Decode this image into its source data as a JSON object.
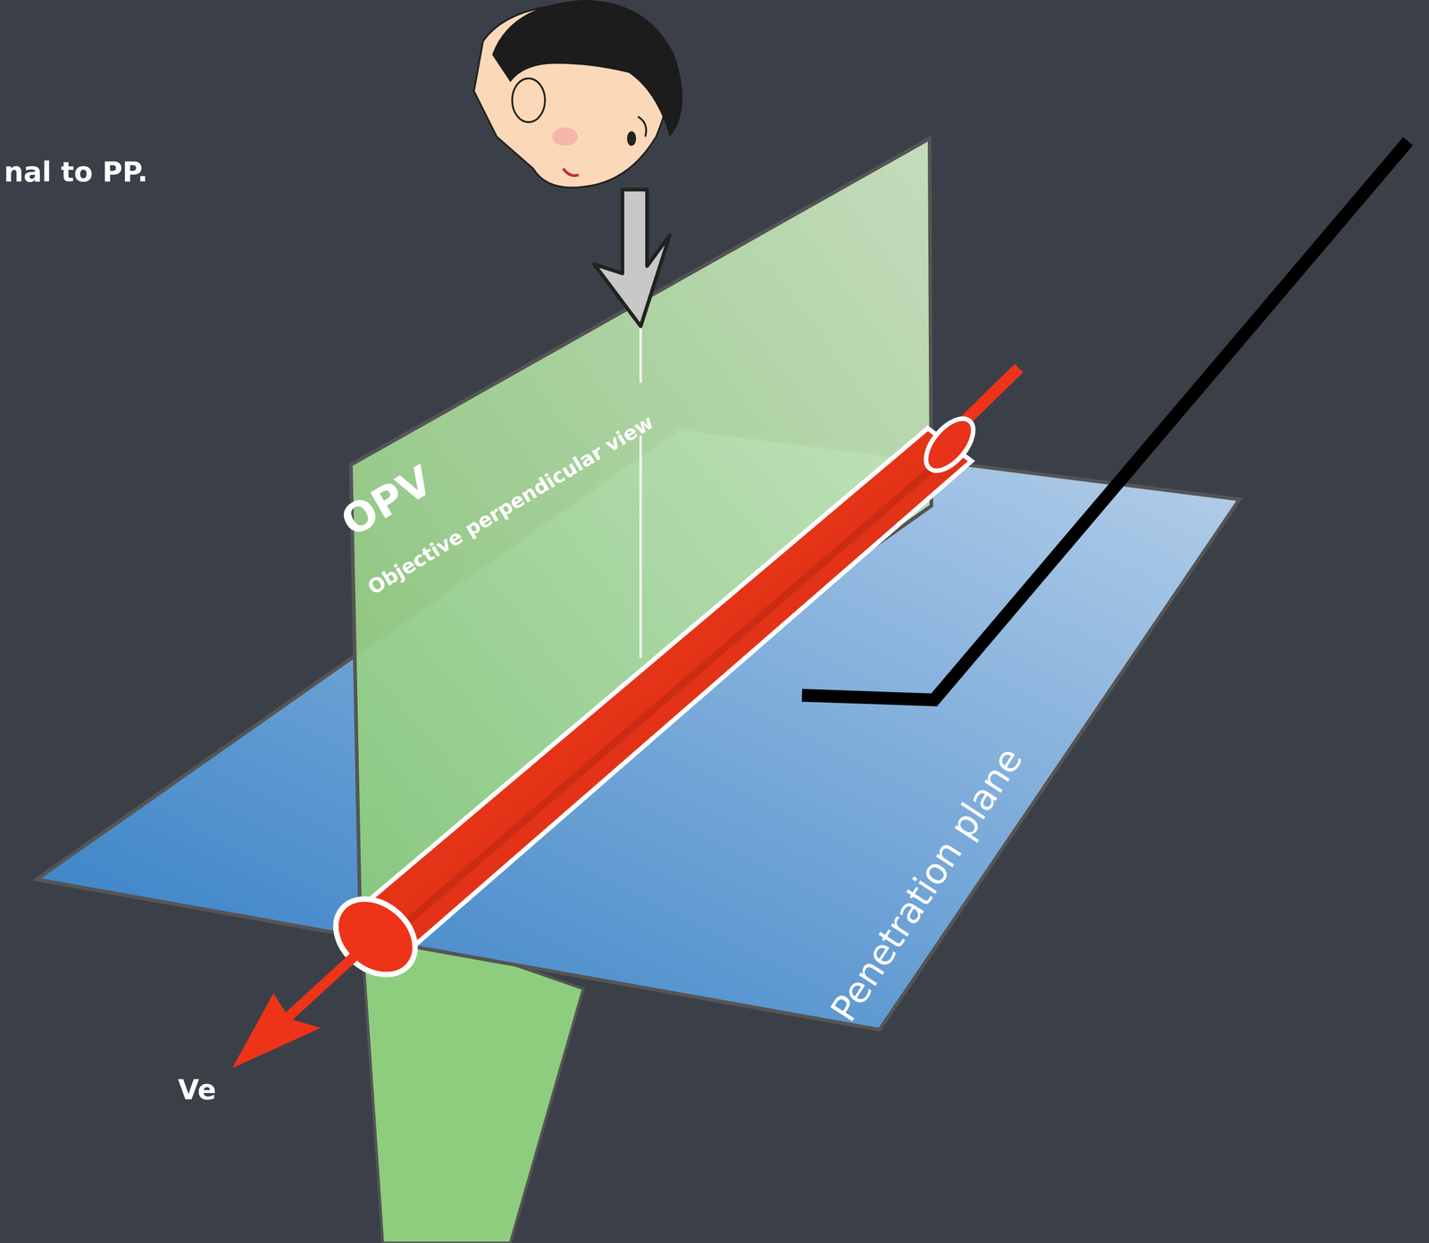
{
  "diagram": {
    "labels": [
      "nal to PP.",
      "OPV",
      "Objective perpendicular view",
      "Penetration plane",
      "Ve"
    ]
  }
}
